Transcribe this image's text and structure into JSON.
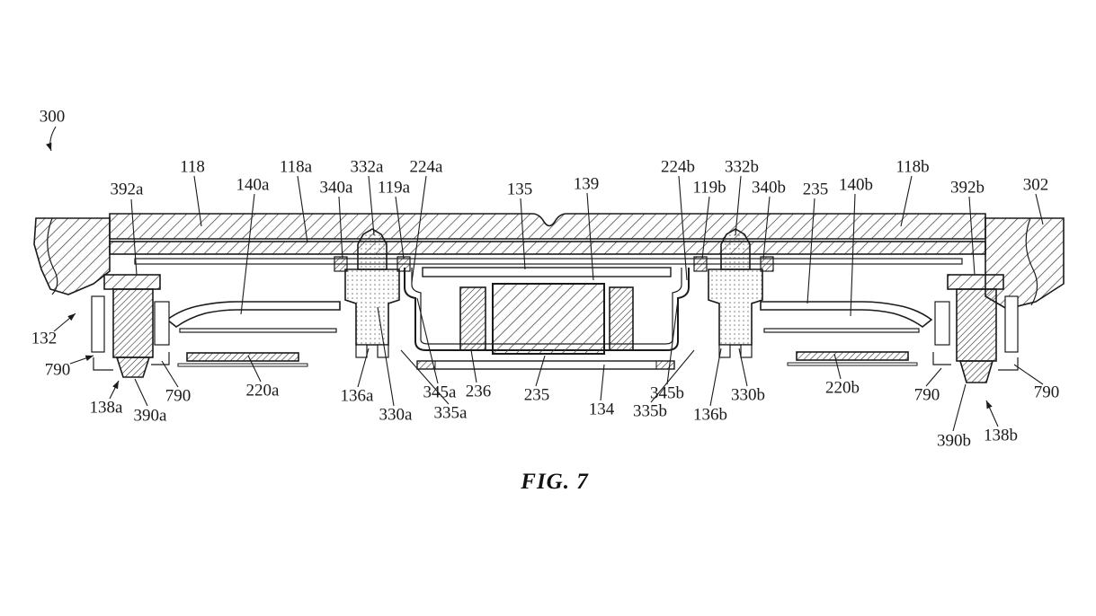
{
  "figure": {
    "caption": "FIG. 7",
    "colors": {
      "ink": "#1a1a1a",
      "background": "#ffffff"
    },
    "labels": [
      {
        "id": "300",
        "text": "300"
      },
      {
        "id": "392a",
        "text": "392a"
      },
      {
        "id": "118",
        "text": "118"
      },
      {
        "id": "140a",
        "text": "140a"
      },
      {
        "id": "118a",
        "text": "118a"
      },
      {
        "id": "332a",
        "text": "332a"
      },
      {
        "id": "340a",
        "text": "340a"
      },
      {
        "id": "119a",
        "text": "119a"
      },
      {
        "id": "224a",
        "text": "224a"
      },
      {
        "id": "135",
        "text": "135"
      },
      {
        "id": "139",
        "text": "139"
      },
      {
        "id": "224b",
        "text": "224b"
      },
      {
        "id": "119b",
        "text": "119b"
      },
      {
        "id": "332b",
        "text": "332b"
      },
      {
        "id": "340b",
        "text": "340b"
      },
      {
        "id": "235-top",
        "text": "235"
      },
      {
        "id": "140b",
        "text": "140b"
      },
      {
        "id": "118b",
        "text": "118b"
      },
      {
        "id": "392b",
        "text": "392b"
      },
      {
        "id": "302",
        "text": "302"
      },
      {
        "id": "132",
        "text": "132"
      },
      {
        "id": "790-left-outer",
        "text": "790"
      },
      {
        "id": "138a",
        "text": "138a"
      },
      {
        "id": "390a",
        "text": "390a"
      },
      {
        "id": "790-left-inner",
        "text": "790"
      },
      {
        "id": "220a",
        "text": "220a"
      },
      {
        "id": "136a",
        "text": "136a"
      },
      {
        "id": "330a",
        "text": "330a"
      },
      {
        "id": "345a",
        "text": "345a"
      },
      {
        "id": "335a",
        "text": "335a"
      },
      {
        "id": "236",
        "text": "236"
      },
      {
        "id": "235-bottom",
        "text": "235"
      },
      {
        "id": "134",
        "text": "134"
      },
      {
        "id": "345b",
        "text": "345b"
      },
      {
        "id": "335b",
        "text": "335b"
      },
      {
        "id": "136b",
        "text": "136b"
      },
      {
        "id": "330b",
        "text": "330b"
      },
      {
        "id": "220b",
        "text": "220b"
      },
      {
        "id": "790-right-inner",
        "text": "790"
      },
      {
        "id": "790-right-outer",
        "text": "790"
      },
      {
        "id": "390b",
        "text": "390b"
      },
      {
        "id": "138b",
        "text": "138b"
      }
    ]
  }
}
